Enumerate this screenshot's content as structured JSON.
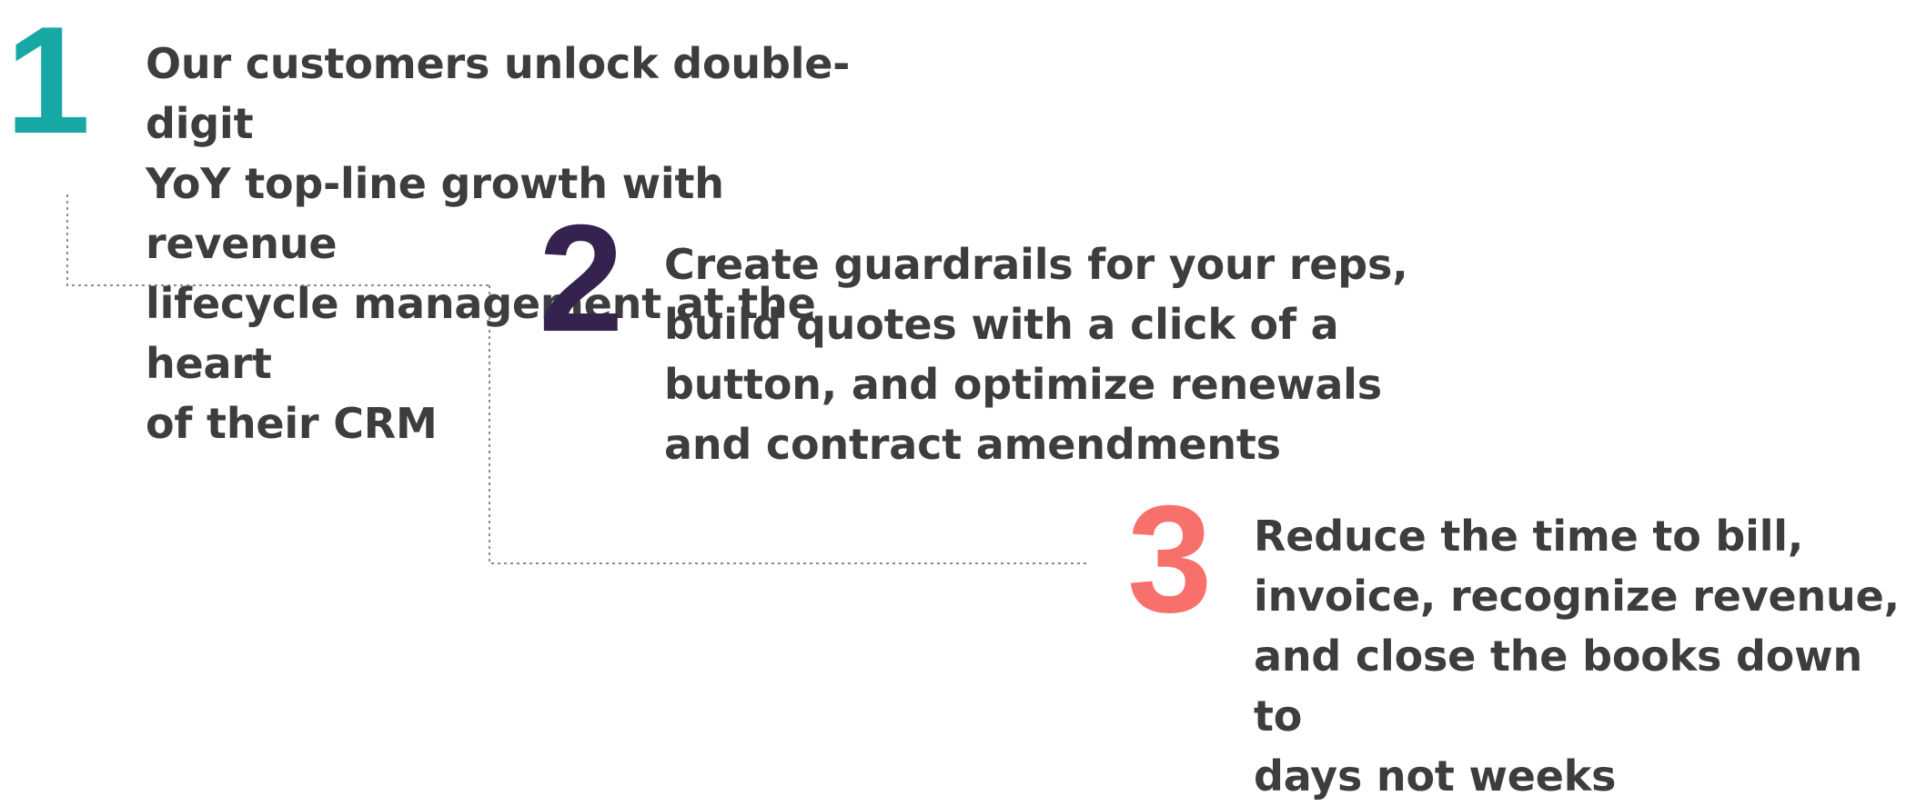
{
  "steps": [
    {
      "number": "1",
      "color": "#17a8a6",
      "text": "Our customers unlock double-digit\nYoY top-line growth with revenue\nlifecycle management at the heart\nof their CRM"
    },
    {
      "number": "2",
      "color": "#35224f",
      "text": "Create guardrails for your reps,\nbuild quotes with a click of a\nbutton, and optimize renewals\nand contract amendments"
    },
    {
      "number": "3",
      "color": "#f8706c",
      "text": "Reduce the time to bill,\ninvoice, recognize revenue,\nand close the books down to\ndays not weeks"
    }
  ],
  "text_color": "#3d3d3f",
  "connector_style": "dotted staircase line linking step 1 to step 3"
}
